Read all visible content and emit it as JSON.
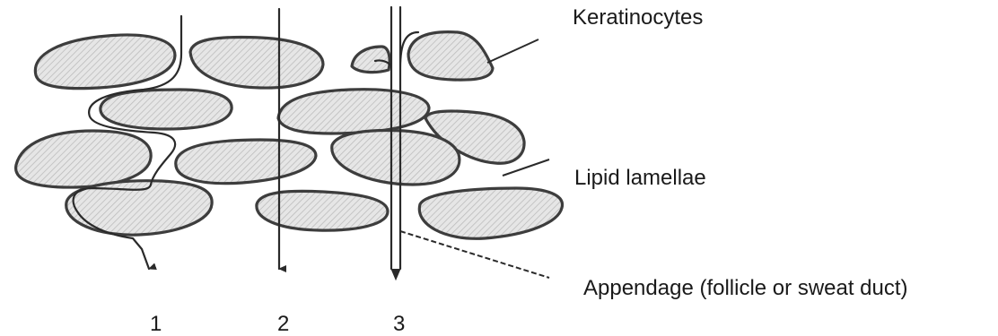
{
  "labels": {
    "keratinocytes": "Keratinocytes",
    "lipid": "Lipid lamellae",
    "appendage": "Appendage (follicle or sweat duct)"
  },
  "routes": [
    "1",
    "2",
    "3"
  ]
}
